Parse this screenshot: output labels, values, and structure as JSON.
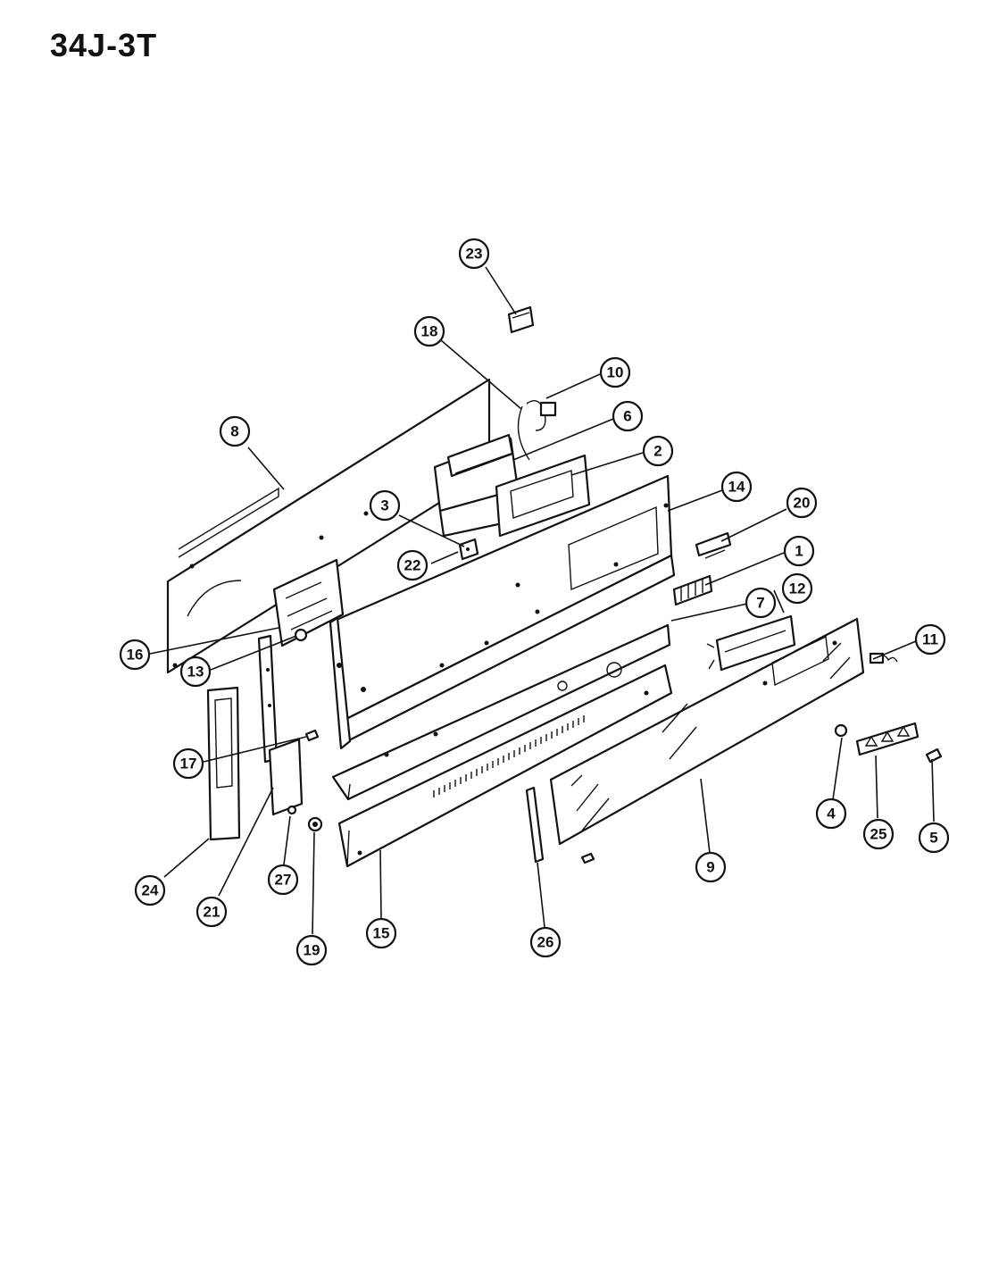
{
  "title": "34J-3T",
  "callouts": [
    {
      "id": "c1",
      "label": "1"
    },
    {
      "id": "c2",
      "label": "2"
    },
    {
      "id": "c3",
      "label": "3"
    },
    {
      "id": "c4",
      "label": "4"
    },
    {
      "id": "c5",
      "label": "5"
    },
    {
      "id": "c6",
      "label": "6"
    },
    {
      "id": "c7",
      "label": "7"
    },
    {
      "id": "c8",
      "label": "8"
    },
    {
      "id": "c9",
      "label": "9"
    },
    {
      "id": "c10",
      "label": "10"
    },
    {
      "id": "c11",
      "label": "11"
    },
    {
      "id": "c12",
      "label": "12"
    },
    {
      "id": "c13",
      "label": "13"
    },
    {
      "id": "c14",
      "label": "14"
    },
    {
      "id": "c15",
      "label": "15"
    },
    {
      "id": "c16",
      "label": "16"
    },
    {
      "id": "c17",
      "label": "17"
    },
    {
      "id": "c18",
      "label": "18"
    },
    {
      "id": "c19",
      "label": "19"
    },
    {
      "id": "c20",
      "label": "20"
    },
    {
      "id": "c21",
      "label": "21"
    },
    {
      "id": "c22",
      "label": "22"
    },
    {
      "id": "c23",
      "label": "23"
    },
    {
      "id": "c24",
      "label": "24"
    },
    {
      "id": "c25",
      "label": "25"
    },
    {
      "id": "c26",
      "label": "26"
    },
    {
      "id": "c27",
      "label": "27"
    }
  ]
}
